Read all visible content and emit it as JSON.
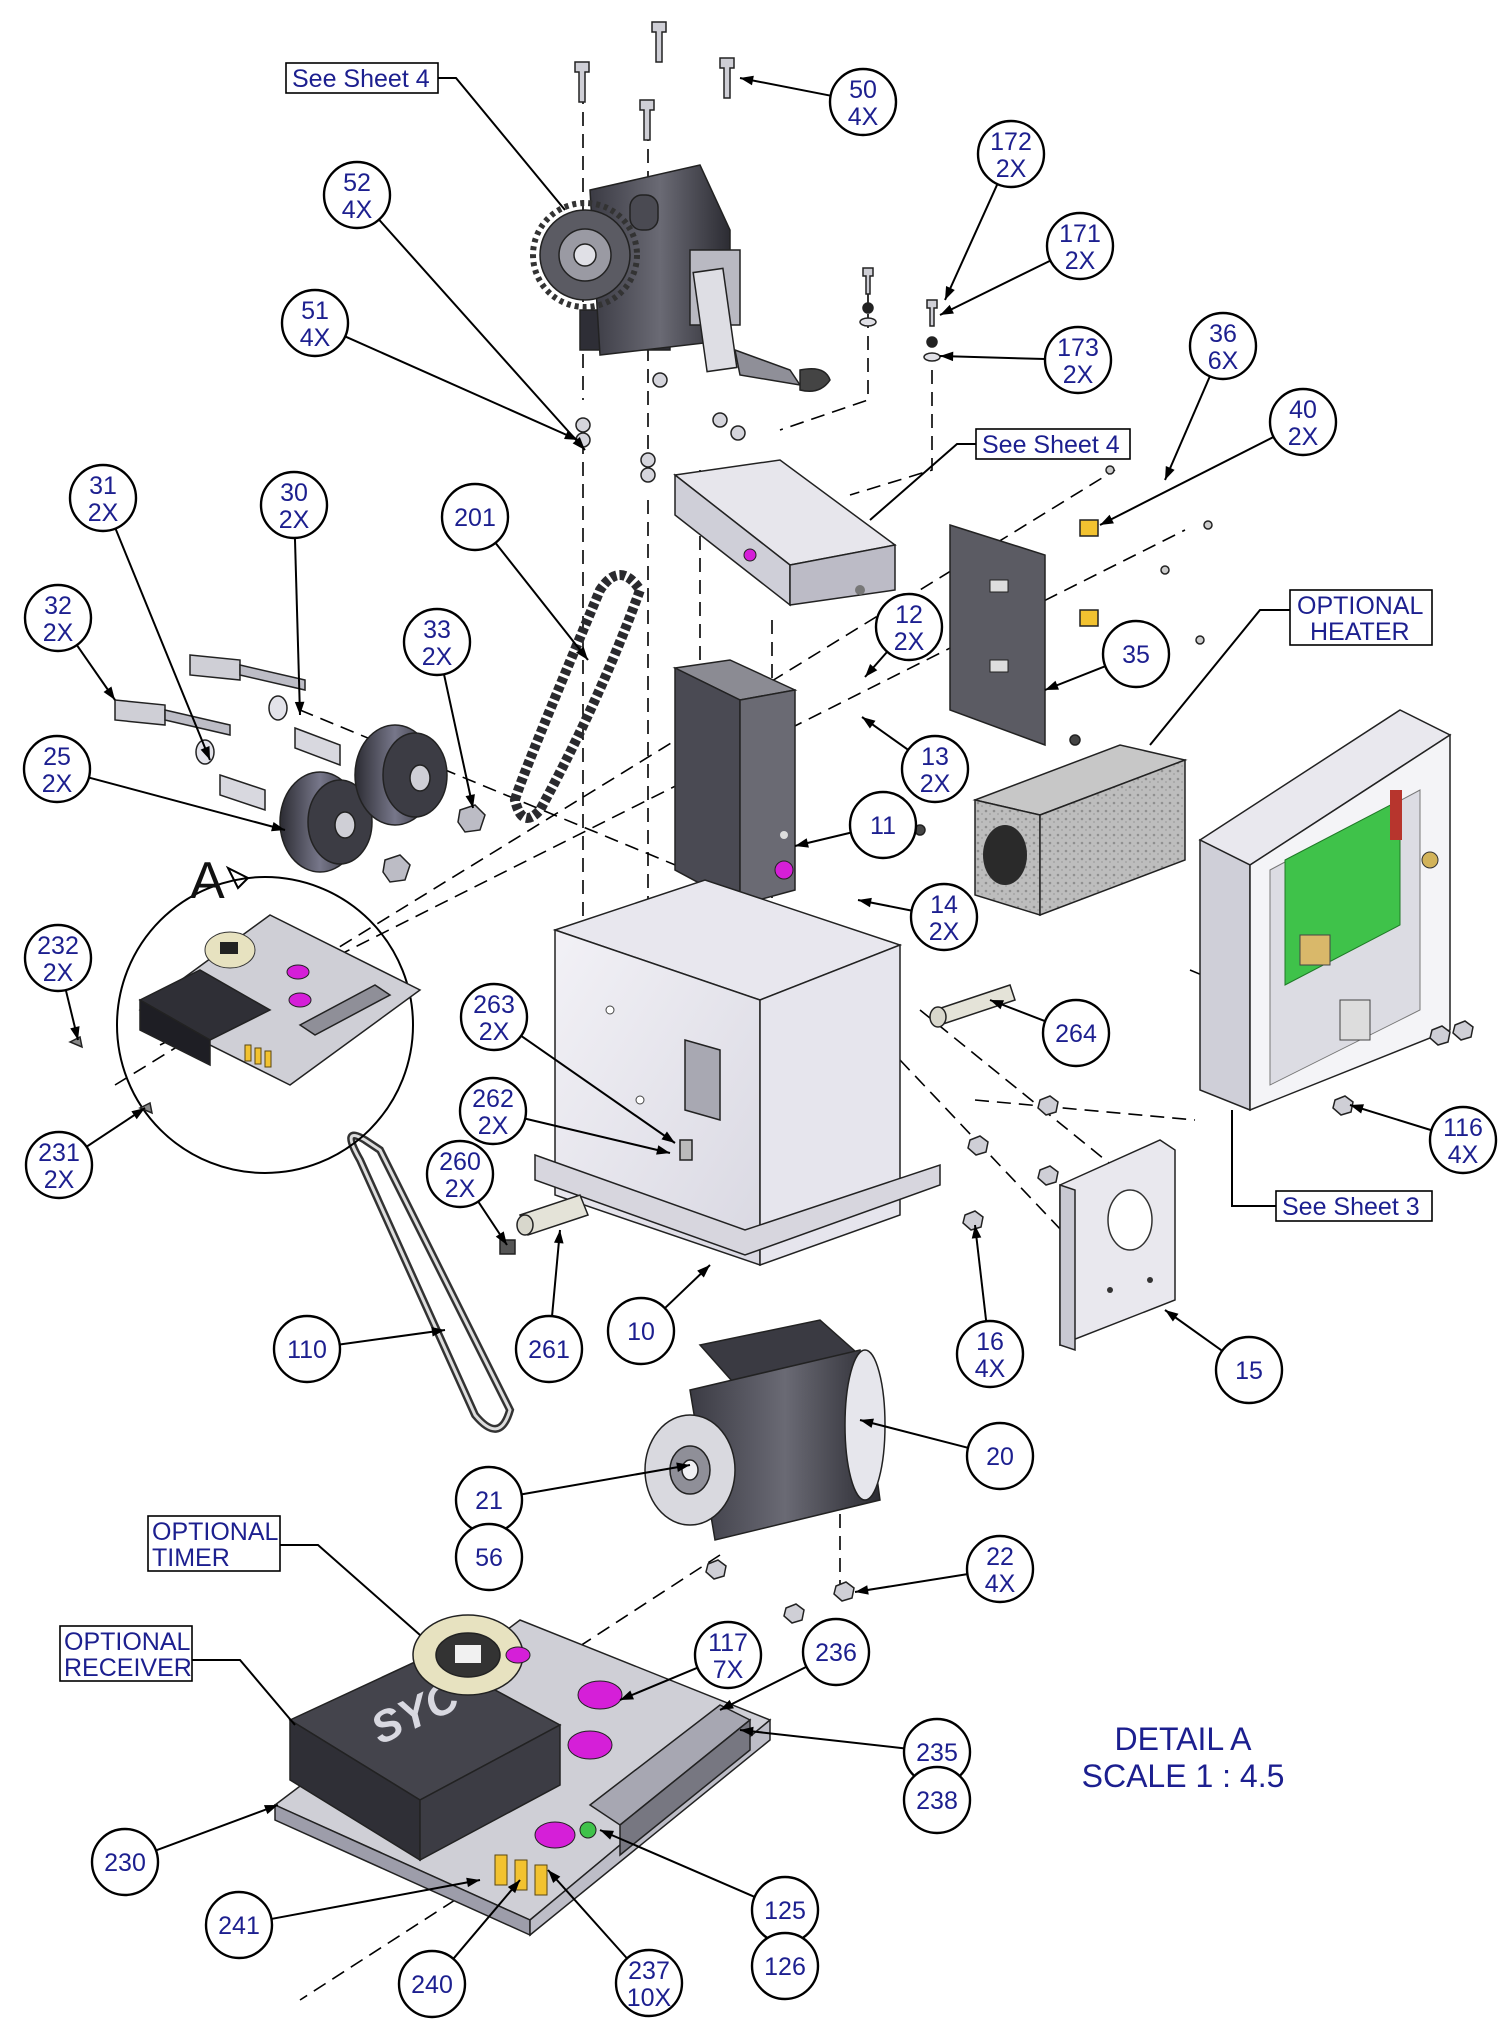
{
  "colors": {
    "text": "#1c1f8f",
    "line": "#000000",
    "board": "#3fc24a",
    "accent": "#d51fd8",
    "connector": "#f2c230"
  },
  "balloons": [
    {
      "id": "50",
      "num": "50",
      "qty": "4X"
    },
    {
      "id": "52",
      "num": "52",
      "qty": "4X"
    },
    {
      "id": "51",
      "num": "51",
      "qty": "4X"
    },
    {
      "id": "172",
      "num": "172",
      "qty": "2X"
    },
    {
      "id": "171",
      "num": "171",
      "qty": "2X"
    },
    {
      "id": "173",
      "num": "173",
      "qty": "2X"
    },
    {
      "id": "36",
      "num": "36",
      "qty": "6X"
    },
    {
      "id": "40",
      "num": "40",
      "qty": "2X"
    },
    {
      "id": "31",
      "num": "31",
      "qty": "2X"
    },
    {
      "id": "30",
      "num": "30",
      "qty": "2X"
    },
    {
      "id": "201",
      "num": "201",
      "qty": ""
    },
    {
      "id": "32",
      "num": "32",
      "qty": "2X"
    },
    {
      "id": "33",
      "num": "33",
      "qty": "2X"
    },
    {
      "id": "12",
      "num": "12",
      "qty": "2X"
    },
    {
      "id": "35",
      "num": "35",
      "qty": ""
    },
    {
      "id": "25",
      "num": "25",
      "qty": "2X"
    },
    {
      "id": "13",
      "num": "13",
      "qty": "2X"
    },
    {
      "id": "11",
      "num": "11",
      "qty": ""
    },
    {
      "id": "14",
      "num": "14",
      "qty": "2X"
    },
    {
      "id": "232",
      "num": "232",
      "qty": "2X"
    },
    {
      "id": "263",
      "num": "263",
      "qty": "2X"
    },
    {
      "id": "264",
      "num": "264",
      "qty": ""
    },
    {
      "id": "262",
      "num": "262",
      "qty": "2X"
    },
    {
      "id": "116",
      "num": "116",
      "qty": "4X"
    },
    {
      "id": "231",
      "num": "231",
      "qty": "2X"
    },
    {
      "id": "260",
      "num": "260",
      "qty": "2X"
    },
    {
      "id": "10",
      "num": "10",
      "qty": ""
    },
    {
      "id": "16",
      "num": "16",
      "qty": "4X"
    },
    {
      "id": "110",
      "num": "110",
      "qty": ""
    },
    {
      "id": "261",
      "num": "261",
      "qty": ""
    },
    {
      "id": "15",
      "num": "15",
      "qty": ""
    },
    {
      "id": "20",
      "num": "20",
      "qty": ""
    },
    {
      "id": "21",
      "num": "21",
      "qty": ""
    },
    {
      "id": "56",
      "num": "56",
      "qty": ""
    },
    {
      "id": "22",
      "num": "22",
      "qty": "4X"
    },
    {
      "id": "117",
      "num": "117",
      "qty": "7X"
    },
    {
      "id": "236",
      "num": "236",
      "qty": ""
    },
    {
      "id": "235",
      "num": "235",
      "qty": ""
    },
    {
      "id": "238",
      "num": "238",
      "qty": ""
    },
    {
      "id": "230",
      "num": "230",
      "qty": ""
    },
    {
      "id": "241",
      "num": "241",
      "qty": ""
    },
    {
      "id": "125",
      "num": "125",
      "qty": ""
    },
    {
      "id": "126",
      "num": "126",
      "qty": ""
    },
    {
      "id": "240",
      "num": "240",
      "qty": ""
    },
    {
      "id": "237",
      "num": "237",
      "qty": "10X"
    }
  ],
  "notes": {
    "see_sheet_4_top": "See Sheet 4",
    "see_sheet_4_mid": "See Sheet 4",
    "see_sheet_3": "See Sheet 3",
    "optional_heater_1": "OPTIONAL",
    "optional_heater_2": "HEATER",
    "optional_timer_1": "OPTIONAL",
    "optional_timer_2": "TIMER",
    "optional_receiver_1": "OPTIONAL",
    "optional_receiver_2": "RECEIVER"
  },
  "detail": {
    "label": "A",
    "title_line1": "DETAIL A",
    "title_line2": "SCALE 1 : 4.5"
  },
  "part_labels": {
    "receiver_brand": "SYC"
  }
}
